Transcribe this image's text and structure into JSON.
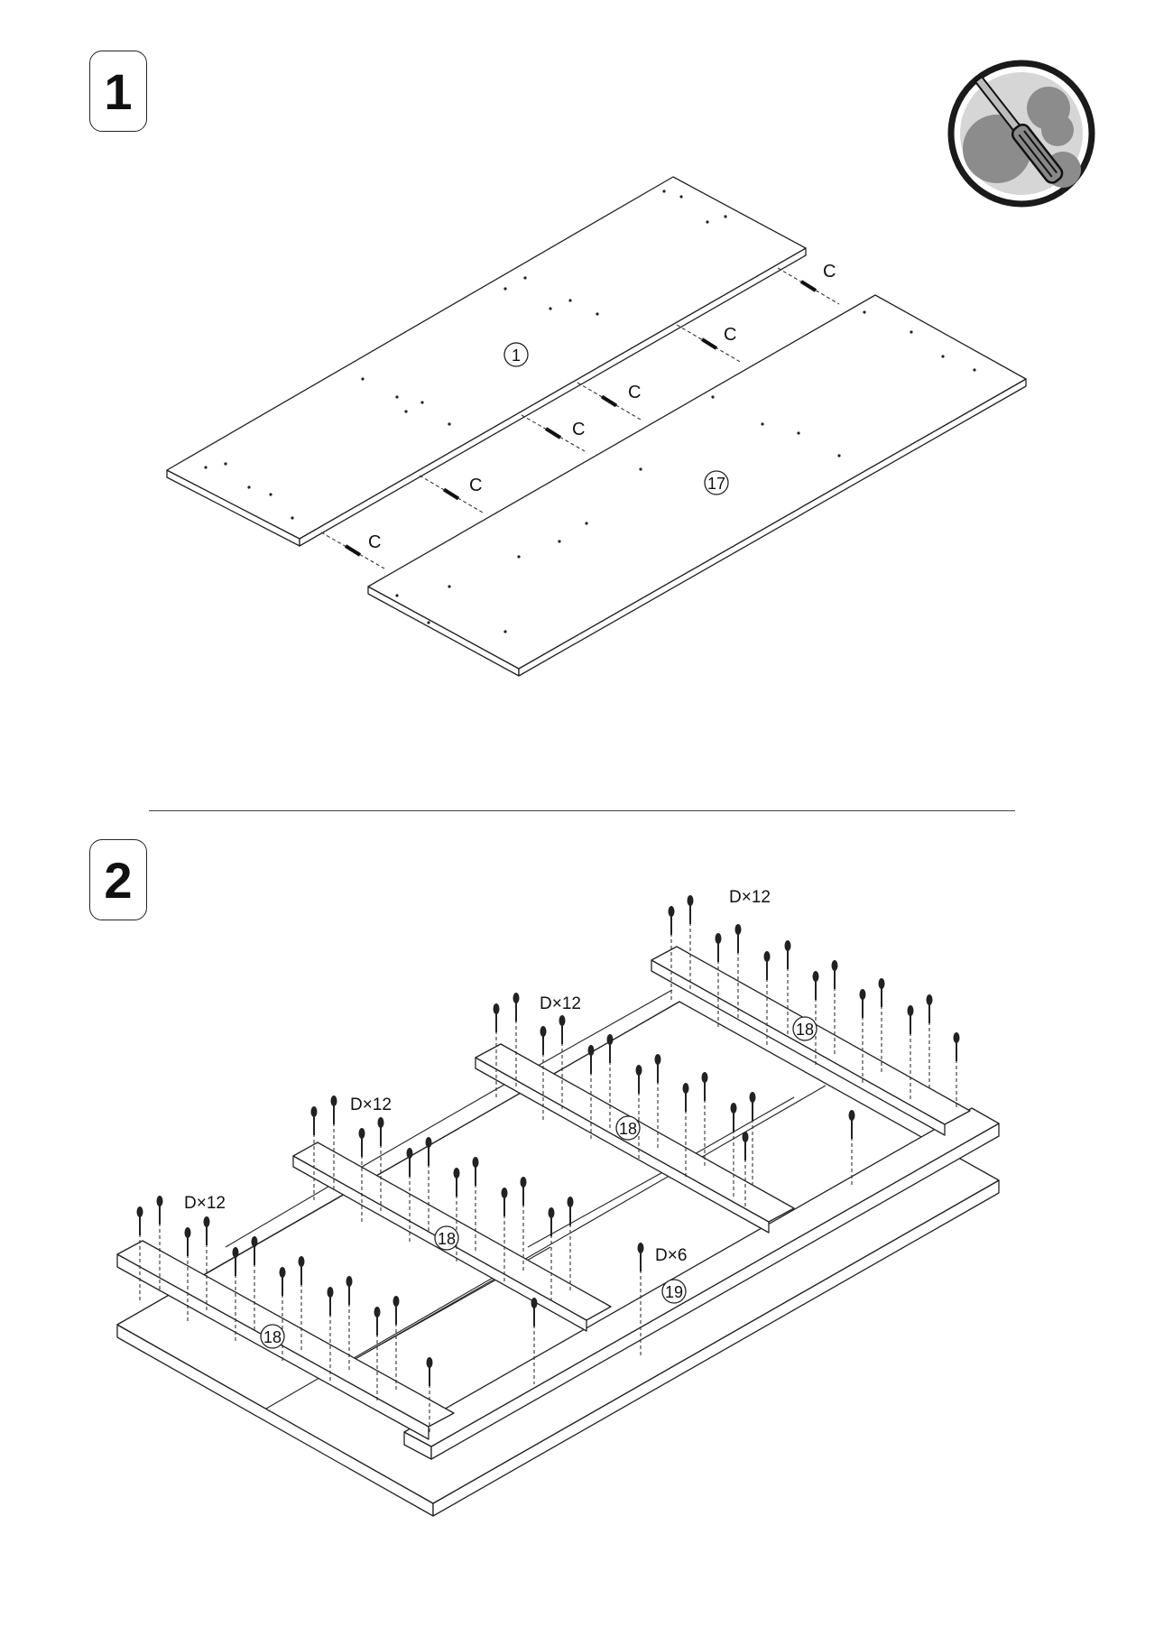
{
  "steps": [
    {
      "number": "1"
    },
    {
      "number": "2"
    }
  ],
  "step1": {
    "connector_label": "C",
    "part_top": "1",
    "part_bottom": "17"
  },
  "step2": {
    "screw_label_12": "D×12",
    "screw_label_6": "D×6",
    "part_shelf": "18",
    "part_front": "19"
  },
  "tool_badge": {
    "icon": "screwdriver-gears-icon",
    "colors": {
      "ring": "#1a1a1a",
      "fill": "#d6d6d6",
      "gear": "#8c8c8c"
    }
  }
}
